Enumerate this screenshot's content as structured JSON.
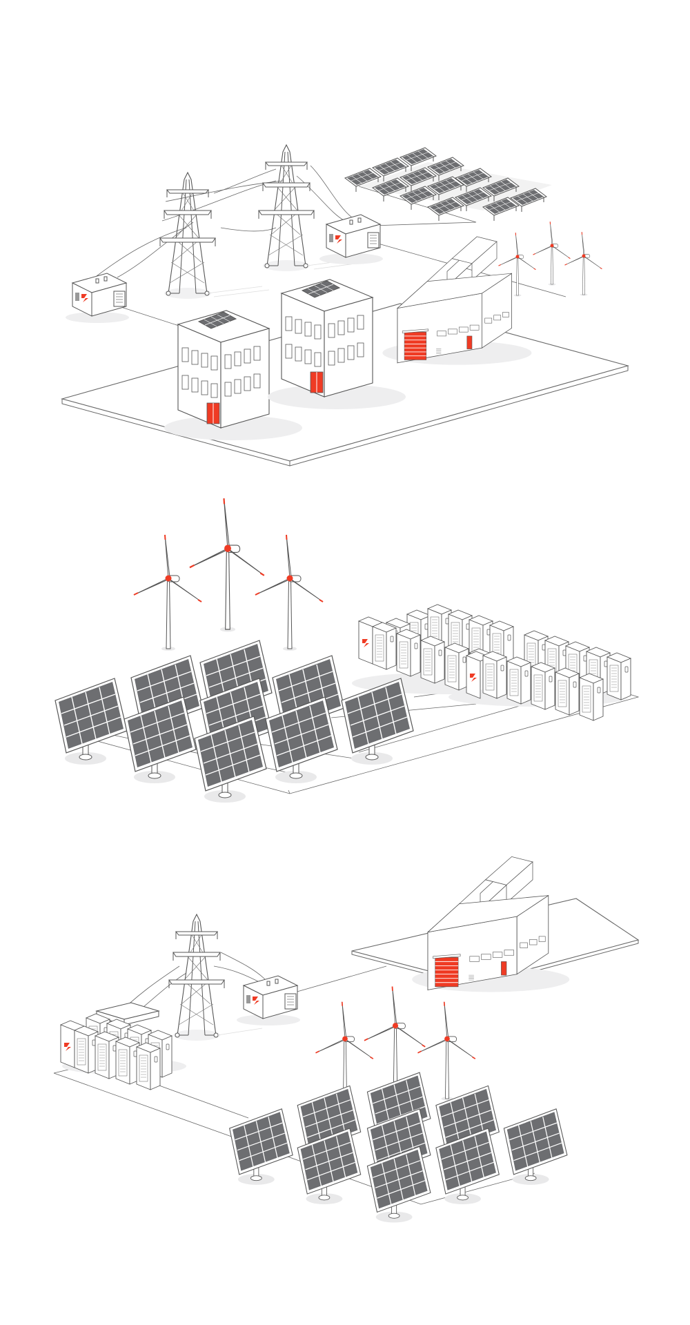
{
  "colors": {
    "accent": "#ef3b24",
    "line": "#555555",
    "panel": "#6d6e71",
    "shadow": "#e9e9ea",
    "background": "#ffffff"
  },
  "scenes": [
    {
      "id": "grid-connected-campus",
      "components": [
        "transmission-tower",
        "transmission-tower",
        "transformer",
        "transformer",
        "solar-array",
        "wind-turbines",
        "office-building",
        "office-building",
        "factory"
      ]
    },
    {
      "id": "renewable-storage-farm",
      "components": [
        "wind-turbines",
        "solar-trackers",
        "battery-cabinets"
      ]
    },
    {
      "id": "microgrid-factory",
      "components": [
        "transmission-tower",
        "transformer",
        "battery-cabinets",
        "wind-turbines",
        "solar-trackers",
        "factory"
      ]
    }
  ],
  "icons": {
    "logo": "power-logo-icon"
  }
}
